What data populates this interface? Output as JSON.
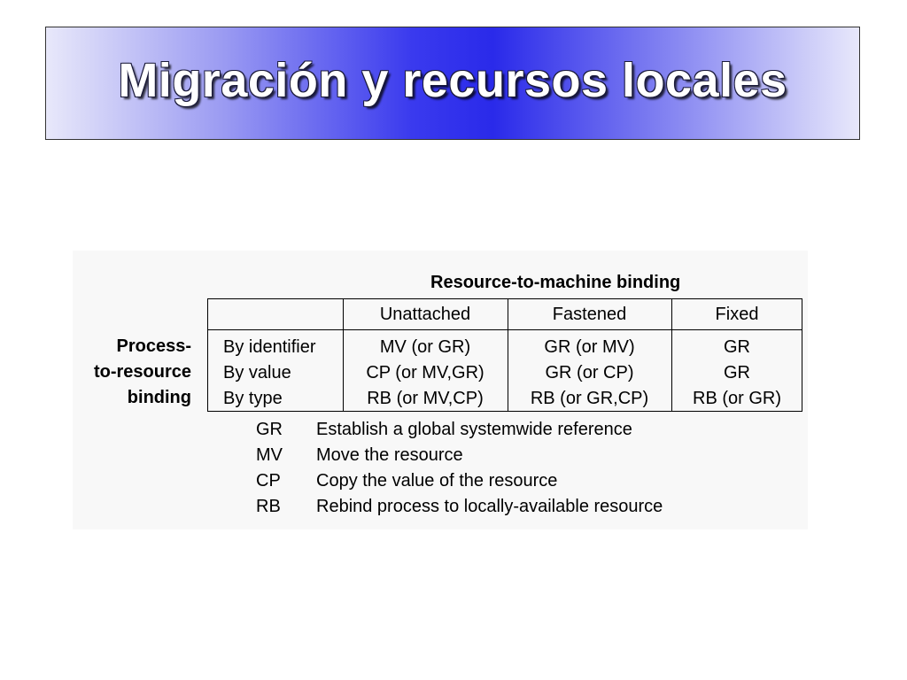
{
  "title": "Migración y recursos locales",
  "figure": {
    "column_group_header": "Resource-to-machine binding",
    "row_group_header": [
      "Process-",
      "to-resource",
      "binding"
    ],
    "columns": [
      "Unattached",
      "Fastened",
      "Fixed"
    ],
    "rows": [
      {
        "label": "By identifier",
        "values": [
          "MV (or GR)",
          "GR (or MV)",
          "GR"
        ]
      },
      {
        "label": "By value",
        "values": [
          "CP (or MV,GR)",
          "GR (or CP)",
          "GR"
        ]
      },
      {
        "label": "By type",
        "values": [
          "RB (or MV,CP)",
          "RB (or GR,CP)",
          "RB (or GR)"
        ]
      }
    ],
    "legend": [
      {
        "code": "GR",
        "description": "Establish a global systemwide reference"
      },
      {
        "code": "MV",
        "description": "Move the resource"
      },
      {
        "code": "CP",
        "description": "Copy the value of the resource"
      },
      {
        "code": "RB",
        "description": "Rebind process to locally-available resource"
      }
    ]
  }
}
